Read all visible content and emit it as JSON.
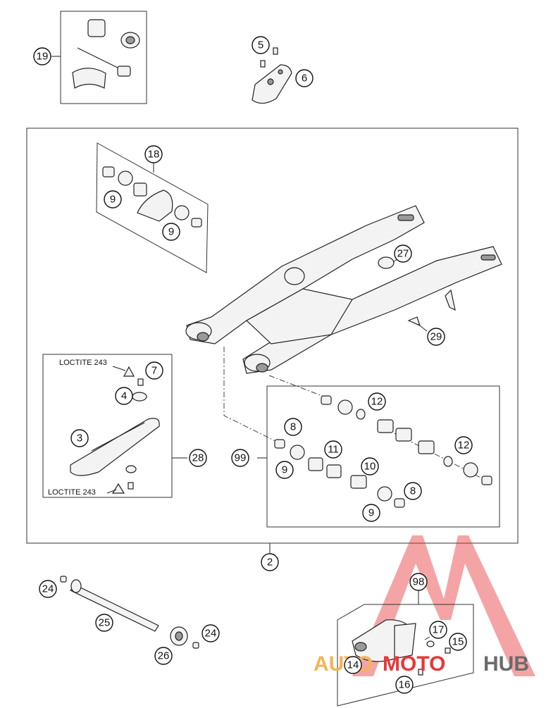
{
  "callouts": {
    "p19": "19",
    "p5": "5",
    "p6": "6",
    "p18": "18",
    "p9a": "9",
    "p9b": "9",
    "p27": "27",
    "p29": "29",
    "p7": "7",
    "p4": "4",
    "p3": "3",
    "p28": "28",
    "p12a": "12",
    "p8a": "8",
    "p99": "99",
    "p11": "11",
    "p10": "10",
    "p12b": "12",
    "p9c": "9",
    "p8b": "8",
    "p9d": "9",
    "p2": "2",
    "p24a": "24",
    "p25": "25",
    "p24b": "24",
    "p26": "26",
    "p98": "98",
    "p17": "17",
    "p15": "15",
    "p14": "14",
    "p16": "16"
  },
  "notes": {
    "loctite_top": "LOCTITE 243",
    "loctite_bottom": "LOCTITE 243"
  },
  "watermark": {
    "part1": "AUTO",
    "part2": "MOTO",
    "part3": "HUB",
    "color_orange": "#f4b45a",
    "color_red": "#e9363a",
    "color_gray": "#6b6b6b"
  }
}
